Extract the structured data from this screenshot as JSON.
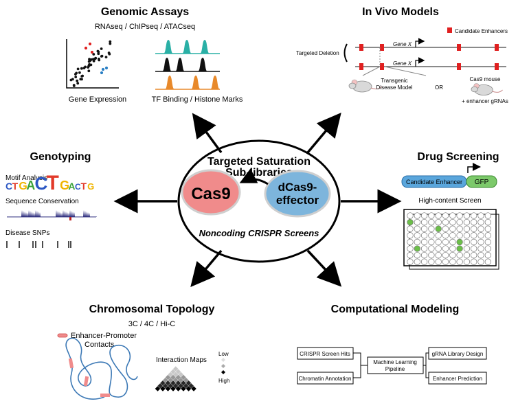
{
  "center": {
    "title_line1": "Targeted Saturation",
    "title_line2": "Sub-libraries",
    "left": "Cas9",
    "right_line1": "dCas9-",
    "right_line2": "effector",
    "caption": "Noncoding CRISPR Screens",
    "colors": {
      "cas9": "#f08b8b",
      "dcas9": "#7db5dc"
    }
  },
  "genomic_assays": {
    "title": "Genomic Assays",
    "subtitle": "RNAseq / ChIPseq / ATACseq",
    "label_left": "Gene Expression",
    "label_right": "TF Binding / Histone Marks",
    "track_colors": [
      "#2ab0a6",
      "#111111",
      "#e8892a"
    ]
  },
  "in_vivo": {
    "title": "In Vivo Models",
    "legend": "Candidate Enhancers",
    "targeted_deletion": "Targeted Deletion",
    "gene_label": "Gene X",
    "transgenic_line1": "Transgenic",
    "transgenic_line2": "Disease Model",
    "or": "OR",
    "cas9_mouse": "Cas9 mouse",
    "enhancer_grnas": "+ enhancer gRNAs"
  },
  "genotyping": {
    "title": "Genotyping",
    "motif": "Motif Analysis",
    "conservation": "Sequence Conservation",
    "snps": "Disease SNPs",
    "motif_letters": [
      {
        "ch": "C",
        "col": "#2b57c4"
      },
      {
        "ch": "T",
        "col": "#e23a2a"
      },
      {
        "ch": "G",
        "col": "#f0b400"
      },
      {
        "ch": "A",
        "col": "#3aa23a"
      },
      {
        "ch": "C",
        "col": "#2b57c4"
      },
      {
        "ch": "T",
        "col": "#e23a2a"
      },
      {
        "ch": "G",
        "col": "#f0b400"
      },
      {
        "ch": "A",
        "col": "#3aa23a"
      },
      {
        "ch": "C",
        "col": "#2b57c4"
      },
      {
        "ch": "T",
        "col": "#e23a2a"
      },
      {
        "ch": "G",
        "col": "#f0b400"
      }
    ]
  },
  "drug_screening": {
    "title": "Drug Screening",
    "enhancer": "Candidate Enhancer",
    "gfp": "GFP",
    "screen": "High-content Screen"
  },
  "topology": {
    "title": "Chromosomal Topology",
    "subtitle": "3C / 4C / Hi-C",
    "contacts_line1": "Enhancer-Promoter",
    "contacts_line2": "Contacts",
    "maps": "Interaction Maps",
    "low": "Low",
    "high": "High"
  },
  "modeling": {
    "title": "Computational Modeling",
    "hits": "CRISPR Screen Hits",
    "chromatin": "Chromatin Annotation",
    "ml_line1": "Machine Learning",
    "ml_line2": "Pipeline",
    "grna": "gRNA Library Design",
    "prediction": "Enhancer Prediction"
  }
}
